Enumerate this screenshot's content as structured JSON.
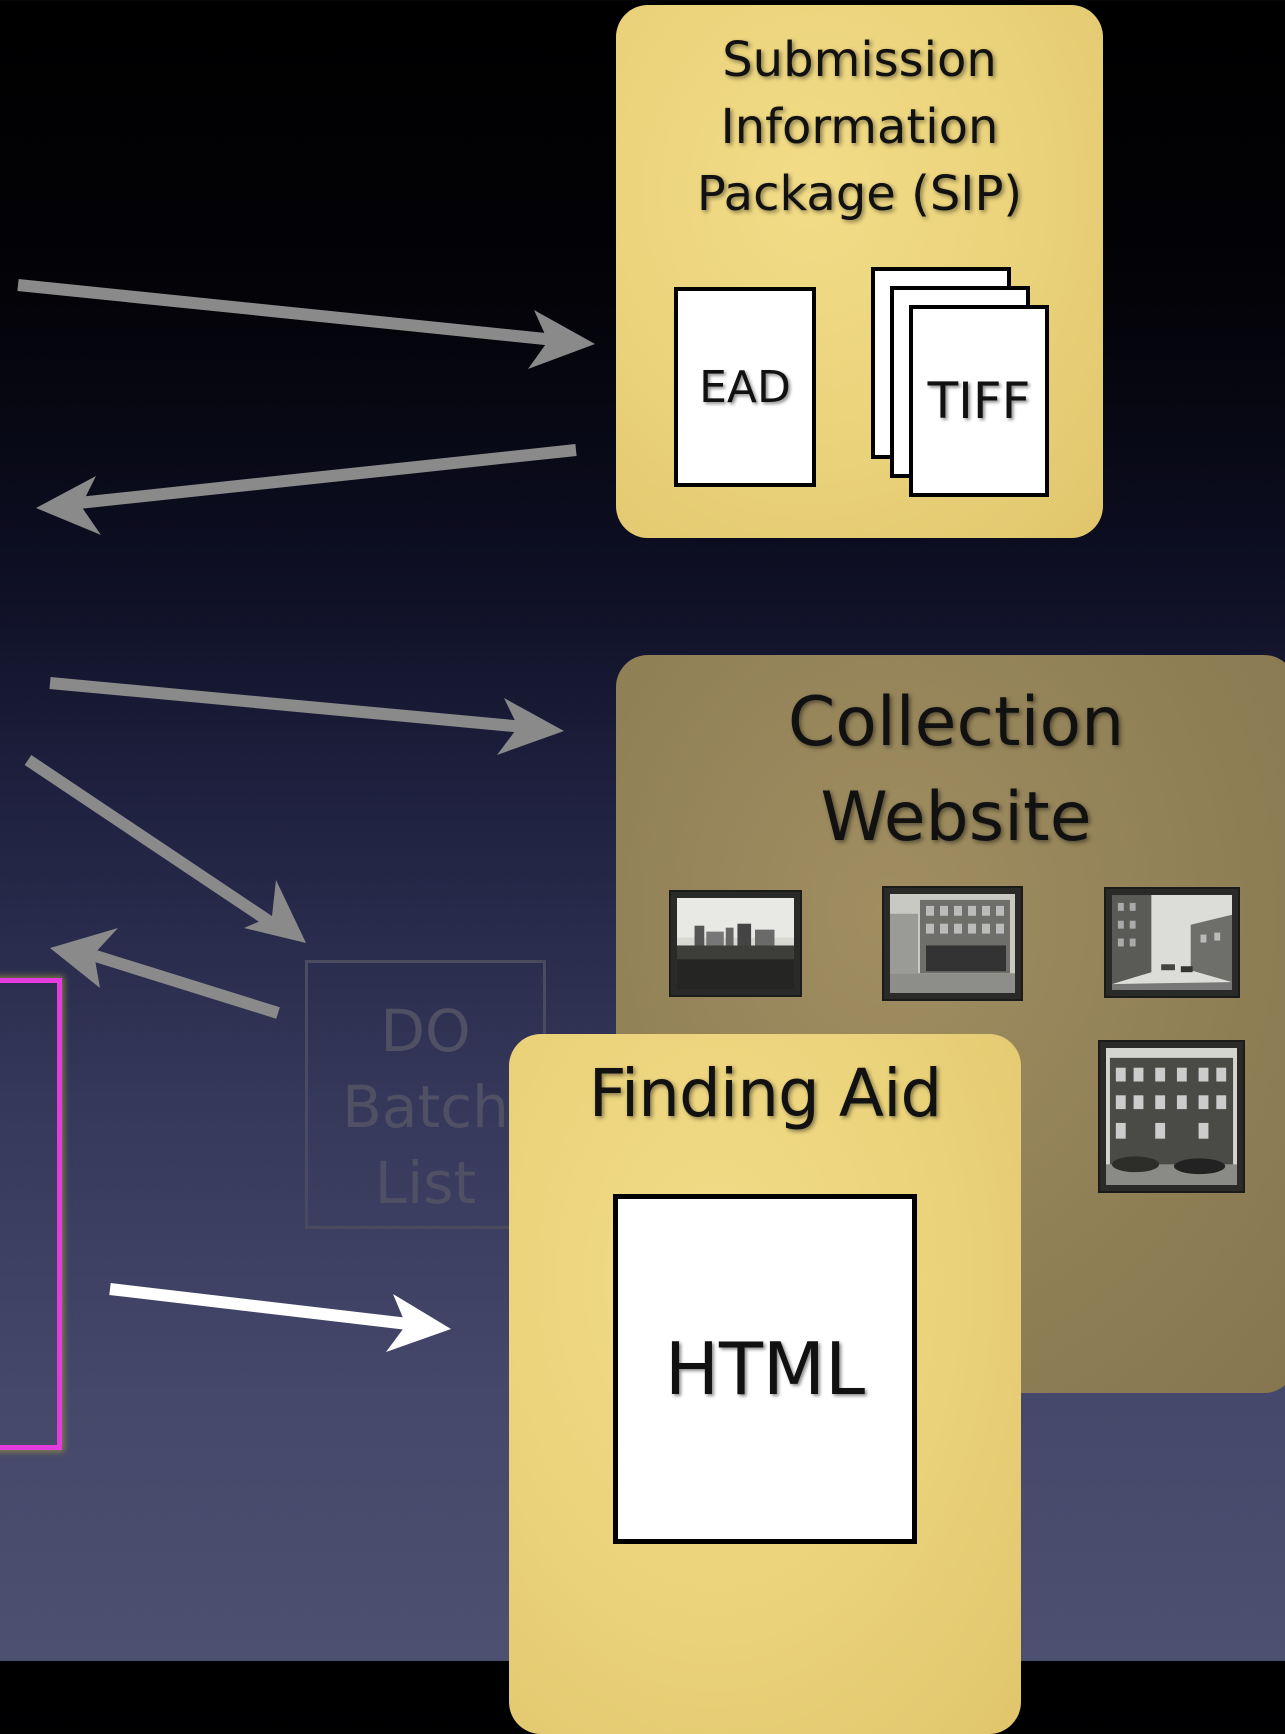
{
  "sip_panel": {
    "title_lines": [
      "Submission",
      "Information",
      "Package (SIP)"
    ]
  },
  "ead_label": "EAD",
  "tiff_label": "TIFF",
  "collection_panel": {
    "title_lines": [
      "Collection",
      "Website"
    ]
  },
  "do_batch": {
    "lines": [
      "DO",
      "Batch",
      "List"
    ]
  },
  "finding_panel": {
    "title": "Finding Aid"
  },
  "html_label": "HTML",
  "colors": {
    "panel_yellow": "#ecd57c",
    "panel_olive": "#958458",
    "arrow_gray": "#8a8a8a",
    "arrow_white": "#ffffff",
    "highlight_pink": "#e53ce0"
  }
}
